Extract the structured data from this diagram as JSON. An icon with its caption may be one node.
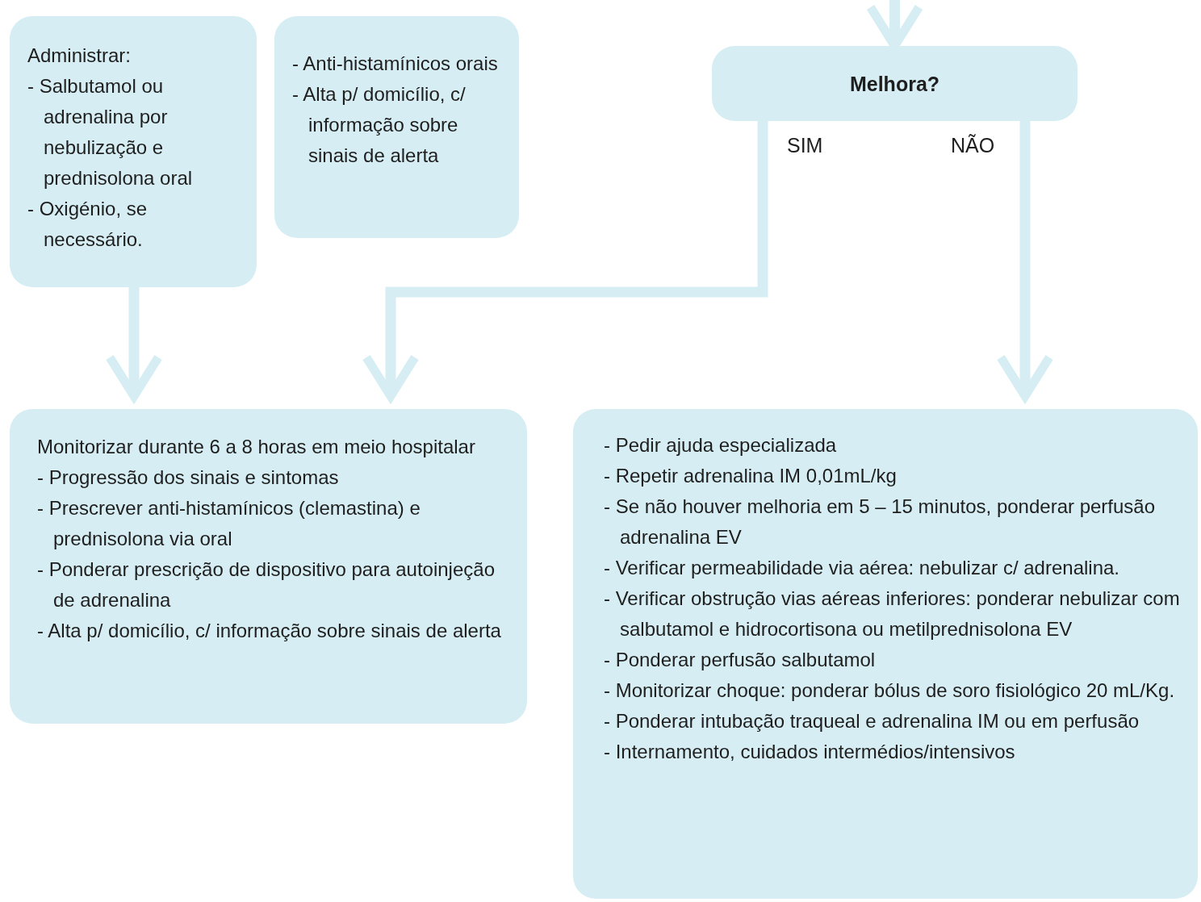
{
  "diagram": {
    "nodes": [
      {
        "text": [
          "Administrar:",
          "- Salbutamol ou adrenalina por nebulização e prednisolona oral",
          "- Oxigénio, se necessário."
        ]
      },
      {
        "text": [
          "- Anti-histamínicos orais",
          "- Alta p/ domicílio, c/ informação sobre sinais de alerta"
        ]
      },
      {
        "text": [
          "Melhora?"
        ]
      },
      {
        "text": [
          "Monitorizar durante 6 a 8 horas em meio hospitalar",
          "- Progressão dos sinais e sintomas",
          "- Prescrever anti-histamínicos (clemastina) e prednisolona via oral",
          "- Ponderar prescrição de dispositivo para autoinjeção de adrenalina",
          "- Alta p/ domicílio, c/ informação sobre sinais de alerta"
        ]
      },
      {
        "text": [
          "- Pedir ajuda especializada",
          "- Repetir adrenalina IM 0,01mL/kg",
          "- Se não houver melhoria em 5 – 15 minutos, ponderar perfusão adrenalina EV",
          "- Verificar permeabilidade via aérea: nebulizar c/ adrenalina.",
          "- Verificar obstrução vias aéreas inferiores: ponderar nebulizar com salbutamol e hidrocortisona ou metilprednisolona EV",
          "- Ponderar perfusão salbutamol",
          "- Monitorizar choque: ponderar bólus de soro fisiológico 20 mL/Kg.",
          "- Ponderar intubação traqueal e adrenalina IM ou em perfusão",
          "- Internamento, cuidados intermédios/intensivos"
        ]
      }
    ],
    "edges": [
      {
        "from": null,
        "to": 2,
        "arrow": "to"
      },
      {
        "from": 0,
        "to": 3,
        "arrow": "to"
      },
      {
        "from": 2,
        "to": 3,
        "arrow": "to",
        "label": "SIM"
      },
      {
        "from": 2,
        "to": 4,
        "arrow": "to",
        "label": "NÃO"
      }
    ]
  }
}
